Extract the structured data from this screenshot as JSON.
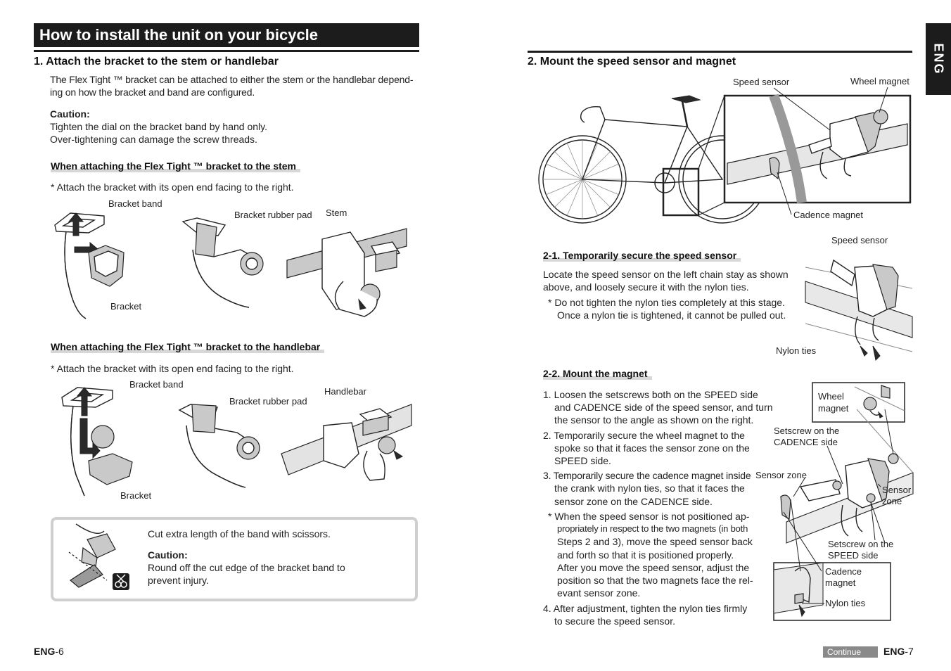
{
  "left_page": {
    "title": "How to install the unit on your bicycle",
    "section1": {
      "heading": "1. Attach the bracket to the stem or handlebar",
      "intro_line1": "The Flex Tight ™ bracket can be attached to either the stem or the handlebar depend-",
      "intro_line2": "ing on how the bracket and band are configured.",
      "caution_label": "Caution:",
      "caution_line1": "Tighten the dial on the bracket band by hand only.",
      "caution_line2": "Over-tightening can damage the screw threads."
    },
    "stem": {
      "heading": "When attaching the Flex Tight ™ bracket to the stem",
      "note": "*   Attach the bracket with its open end facing to the right.",
      "labels": {
        "bracket_band": "Bracket band",
        "bracket": "Bracket",
        "rubber_pad": "Bracket rubber pad",
        "stem": "Stem"
      }
    },
    "handlebar": {
      "heading": "When attaching the Flex Tight ™ bracket to the handlebar",
      "note": "*   Attach the bracket with its open end facing to the right.",
      "labels": {
        "bracket_band": "Bracket band",
        "bracket": "Bracket",
        "rubber_pad": "Bracket rubber pad",
        "handlebar": "Handlebar"
      }
    },
    "note_box": {
      "line1": "Cut extra length of the band with scissors.",
      "caution_label": "Caution:",
      "caution_line1": "Round off the cut edge of the bracket band to",
      "caution_line2": "prevent injury."
    },
    "footer": {
      "prefix": "ENG",
      "page": "-6"
    }
  },
  "right_page": {
    "tab": "ENG",
    "section2": {
      "heading": "2. Mount the speed sensor and magnet",
      "labels": {
        "speed_sensor": "Speed sensor",
        "wheel_magnet": "Wheel magnet",
        "cadence_magnet": "Cadence magnet"
      }
    },
    "sub21": {
      "heading": "2-1. Temporarily secure the speed sensor",
      "line1": "Locate the speed sensor on the left chain stay as shown",
      "line2": "above, and loosely secure it with the nylon ties.",
      "note_line1": "*  Do not tighten the nylon ties completely at this stage.",
      "note_line2": "Once a nylon tie is tightened, it cannot be pulled out.",
      "labels": {
        "speed_sensor": "Speed sensor",
        "nylon_ties": "Nylon ties"
      }
    },
    "sub22": {
      "heading": "2-2. Mount the magnet",
      "step1": [
        "1. Loosen the setscrews both on the SPEED side",
        "and CADENCE side of the speed sensor, and turn",
        "the sensor to the angle as shown on the right."
      ],
      "step2": [
        "2. Temporarily secure the wheel magnet to the",
        "spoke so that it faces the sensor zone on the",
        "SPEED side."
      ],
      "step3": [
        "3. Temporarily secure the cadence magnet inside",
        "the crank with nylon ties, so that it faces the",
        "sensor zone on the CADENCE side."
      ],
      "note": [
        "*  When the speed sensor is not positioned ap-",
        "propriately in respect to the two magnets (in both",
        "Steps 2 and 3), move the speed sensor back",
        "and forth so that it is positioned properly.",
        "After you move the speed sensor, adjust the",
        "position so that the two magnets face the rel-",
        "evant sensor zone."
      ],
      "step4": [
        "4. After adjustment, tighten the nylon ties firmly",
        "to secure the speed sensor."
      ],
      "labels": {
        "wheel": "Wheel",
        "magnet": "magnet",
        "setscrew_cadence1": "Setscrew on the",
        "setscrew_cadence2": "CADENCE side",
        "sensor_zone_left": "Sensor zone",
        "sensor_zone_right1": "Sensor",
        "sensor_zone_right2": "zone",
        "setscrew_speed1": "Setscrew on the",
        "setscrew_speed2": "SPEED side",
        "cadence1": "Cadence",
        "cadence2": "magnet",
        "nylon_ties": "Nylon ties"
      }
    },
    "continue": "Continue",
    "footer": {
      "prefix": "ENG",
      "page": "-7"
    }
  },
  "colors": {
    "title_bg": "#1c1c1c",
    "heading_underline": "#d7d7d7",
    "box_border": "#cfcfcf",
    "continue_bg": "#8a8a8a"
  }
}
